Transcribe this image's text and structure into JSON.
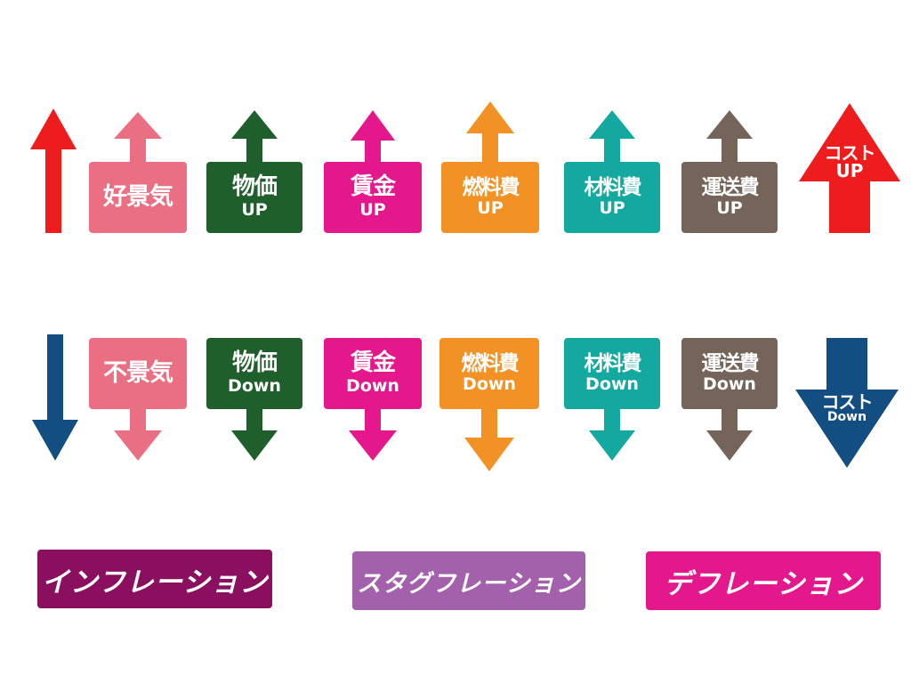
{
  "up_row": {
    "plain_arrow": {
      "color": "#ee1c1c"
    },
    "signs": [
      {
        "id": "good-economy",
        "line1": "好景気",
        "line2": "",
        "color": "#ea6f82"
      },
      {
        "id": "prices-up",
        "line1": "物価",
        "line2": "UP",
        "color": "#1e5f2c"
      },
      {
        "id": "wages-up",
        "line1": "賃金",
        "line2": "UP",
        "color": "#e4178c"
      },
      {
        "id": "fuel-up",
        "line1": "燃料費",
        "line2": "UP",
        "color": "#f29224"
      },
      {
        "id": "materials-up",
        "line1": "材料費",
        "line2": "UP",
        "color": "#13a8a0"
      },
      {
        "id": "shipping-up",
        "line1": "運送費",
        "line2": "UP",
        "color": "#746459"
      }
    ],
    "cost_arrow": {
      "line1": "コスト",
      "line2": "UP",
      "color": "#ee1c1c"
    }
  },
  "down_row": {
    "plain_arrow": {
      "color": "#124e82"
    },
    "signs": [
      {
        "id": "recession",
        "line1": "不景気",
        "line2": "",
        "color": "#ea6f82"
      },
      {
        "id": "prices-down",
        "line1": "物価",
        "line2": "Down",
        "color": "#1e5f2c"
      },
      {
        "id": "wages-down",
        "line1": "賃金",
        "line2": "Down",
        "color": "#e4178c"
      },
      {
        "id": "fuel-down",
        "line1": "燃料費",
        "line2": "Down",
        "color": "#f29224"
      },
      {
        "id": "materials-down",
        "line1": "材料費",
        "line2": "Down",
        "color": "#13a8a0"
      },
      {
        "id": "shipping-down",
        "line1": "運送費",
        "line2": "Down",
        "color": "#746459"
      }
    ],
    "cost_arrow": {
      "line1": "コスト",
      "line2": "Down",
      "color": "#124e82"
    }
  },
  "banners": [
    {
      "id": "inflation",
      "label": "インフレーション",
      "color": "#8a0f5f"
    },
    {
      "id": "stagflation",
      "label": "スタグフレーション",
      "color": "#a461ab"
    },
    {
      "id": "deflation",
      "label": "デフレーション",
      "color": "#e4178c"
    }
  ]
}
